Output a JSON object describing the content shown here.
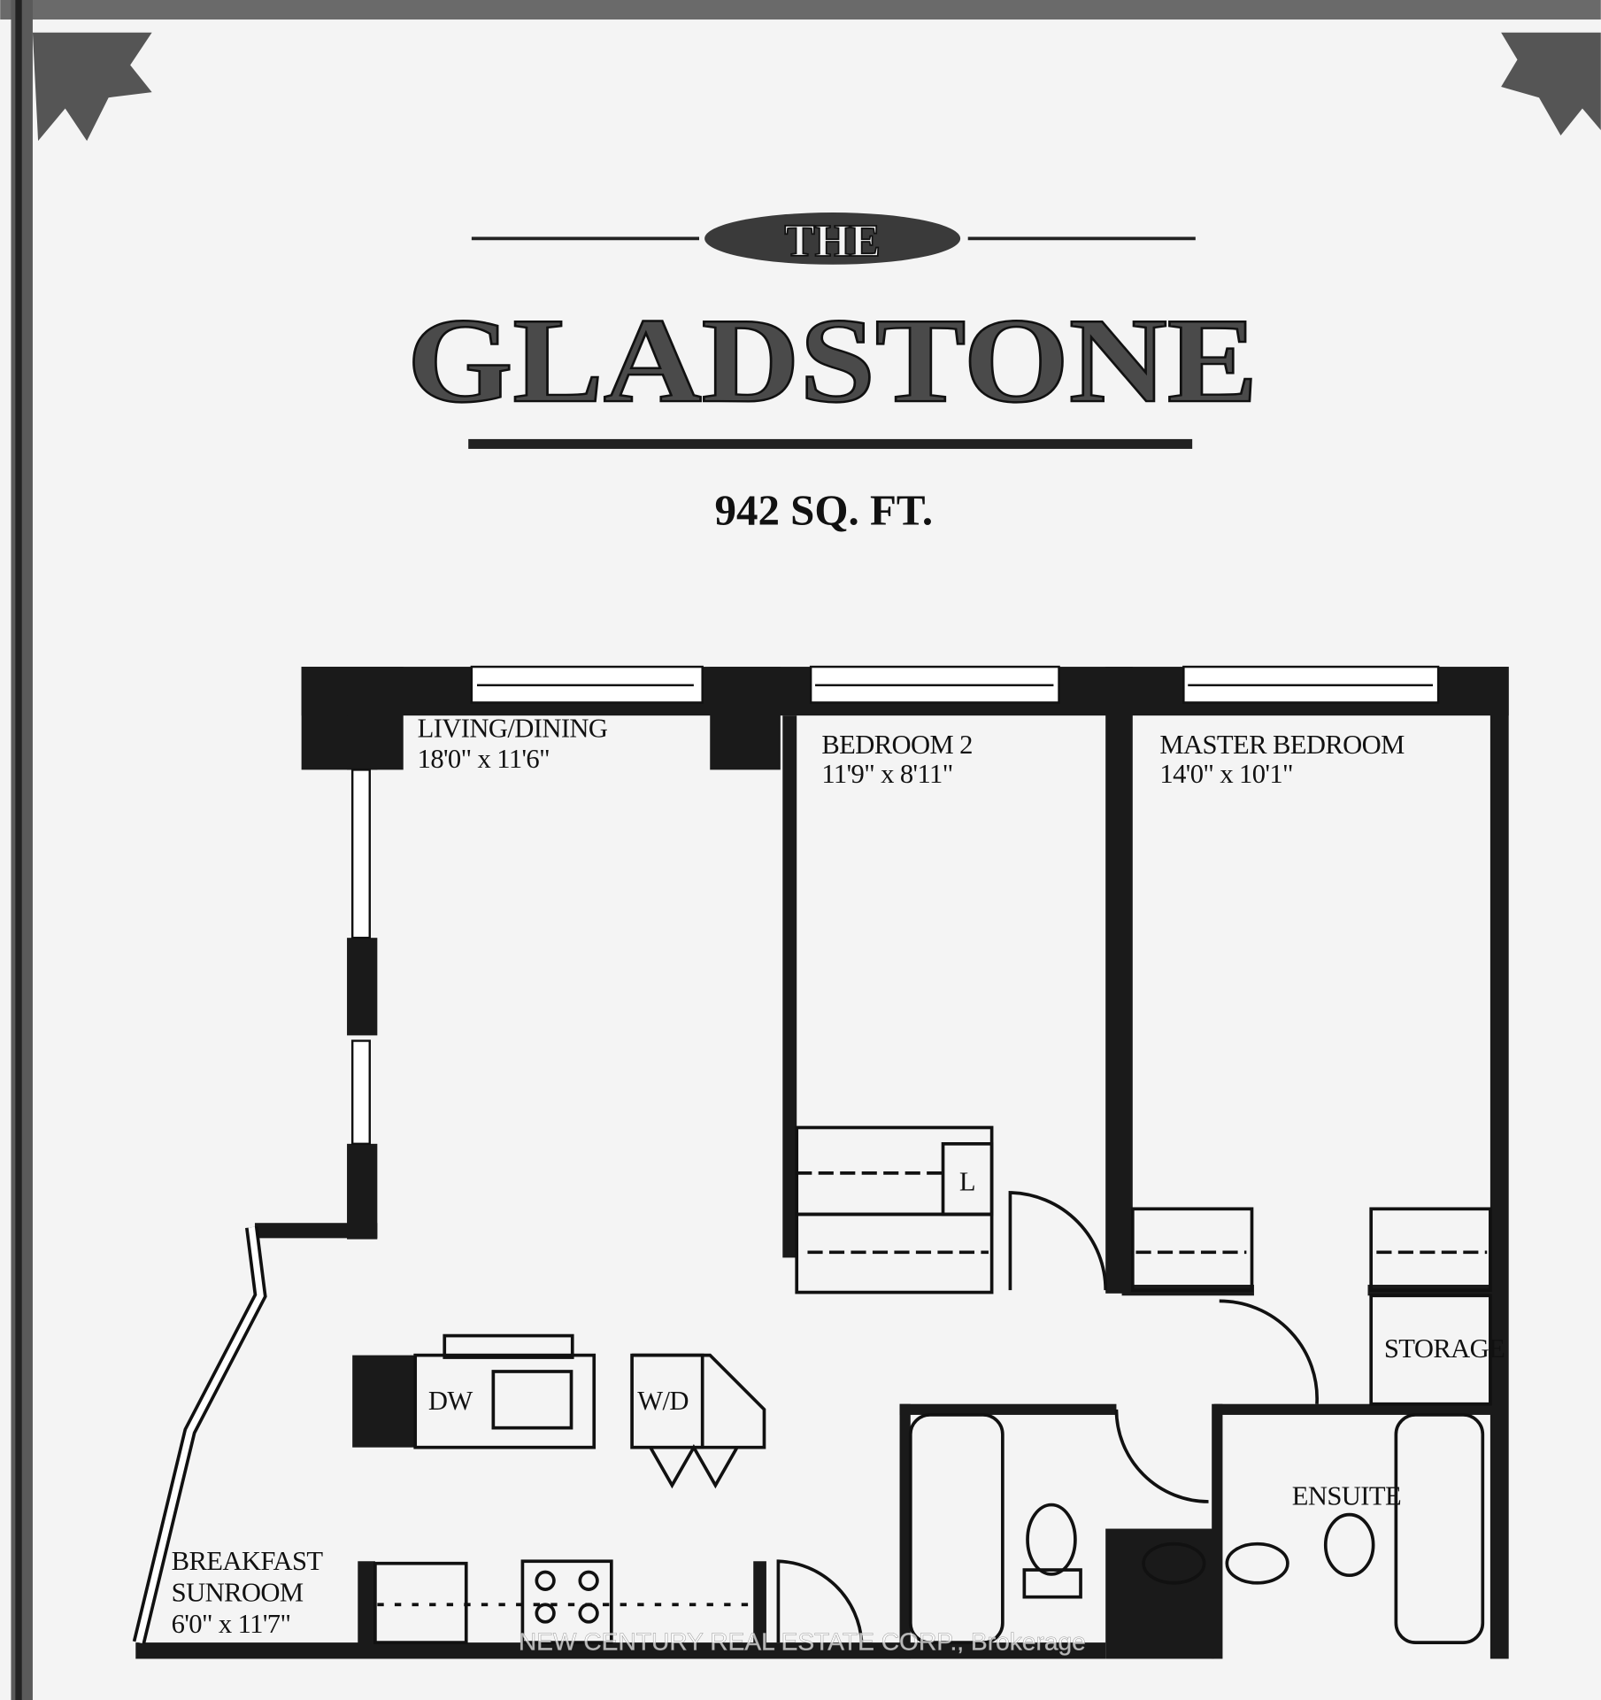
{
  "title": {
    "prefix": "THE",
    "name": "GLADSTONE",
    "area": "942 SQ. FT."
  },
  "rooms": {
    "living": {
      "name": "LIVING/DINING",
      "size": "18'0\" x 11'6\""
    },
    "bedroom2": {
      "name": "BEDROOM 2",
      "size": "11'9\" x 8'11\""
    },
    "master": {
      "name": "MASTER BEDROOM",
      "size": "14'0\" x 10'1\""
    },
    "sunroom": {
      "name_line1": "BREAKFAST",
      "name_line2": "SUNROOM",
      "size": "6'0\" x 11'7\""
    },
    "storage": {
      "name": "STORAGE"
    },
    "ensuite": {
      "name": "ENSUITE"
    }
  },
  "fixtures": {
    "dishwasher": "DW",
    "washer_dryer": "W/D",
    "linen": "L"
  },
  "watermark": "NEW CENTURY REAL ESTATE CORP., Brokerage",
  "colors": {
    "ink": "#111111",
    "paper": "#f4f4f4"
  }
}
